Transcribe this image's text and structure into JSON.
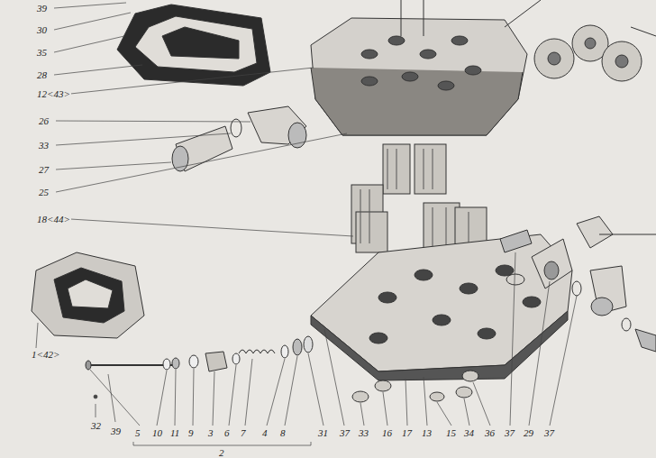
{
  "diagram": {
    "labels": [
      "39",
      "30",
      "35",
      "28",
      "12<43>",
      "26",
      "33",
      "27",
      "25",
      "18<44>",
      "1<42>",
      "32",
      "39",
      "5",
      "10",
      "11",
      "9",
      "3",
      "6",
      "7",
      "4",
      "8",
      "31",
      "37",
      "33",
      "16",
      "17",
      "13",
      "15",
      "34",
      "36",
      "37",
      "29",
      "37",
      "2"
    ]
  }
}
